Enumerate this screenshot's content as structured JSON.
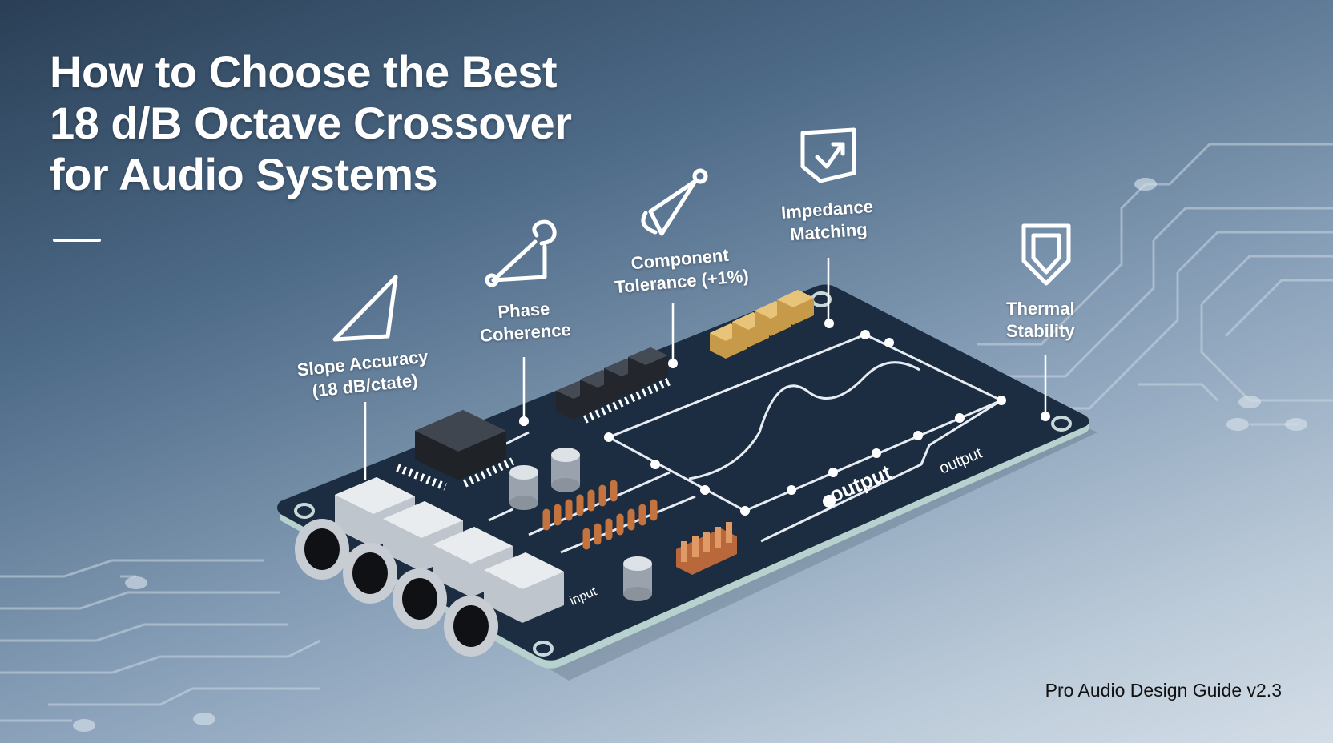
{
  "title_lines": [
    "How to Choose the Best",
    "18 d/B Octave Crossover",
    "for Audio Systems"
  ],
  "labels": {
    "slope": [
      "Slope Accuracy",
      "(18 dB/ctate)"
    ],
    "phase": [
      "Phase",
      "Coherence"
    ],
    "tolerance": [
      "Component",
      "Tolerance (+1%)"
    ],
    "impedance": [
      "Impedance",
      "Matching"
    ],
    "thermal": [
      "Thermal",
      "Stability"
    ]
  },
  "board_text": {
    "output_main": "output",
    "output_secondary": "output",
    "input": "input"
  },
  "footer": "Pro Audio Design Guide v2.3",
  "icons": [
    "slope-triangle-icon",
    "phase-coil-icon",
    "tolerance-probe-icon",
    "impedance-arrow-icon",
    "thermal-shield-icon"
  ],
  "colors": {
    "board": "#1c2d42",
    "board_edge": "#b7d1cf",
    "trace": "#e9eef3",
    "capacitor": "#e0b563",
    "resistor": "#d28452",
    "chip": "#2b2f36",
    "jack_housing": "#d5d9de"
  }
}
